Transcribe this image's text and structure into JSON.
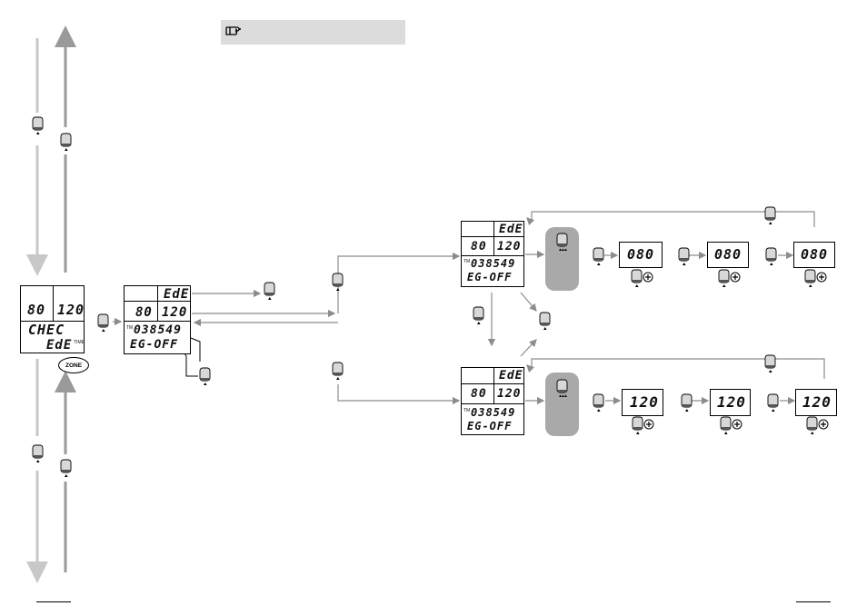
{
  "left_display": {
    "top_left": "80",
    "top_right": "120",
    "line1": "CHEC",
    "line2": "EdE",
    "line2_small": "TIME",
    "zone_label": "ZONE"
  },
  "center_display": {
    "header": "EdE",
    "top_left": "80",
    "top_right": "120",
    "tm_label": "TM",
    "line1": "038549",
    "line2": "EG-OFF"
  },
  "upper_display": {
    "header": "EdE",
    "top_left": "80",
    "top_right": "120",
    "tm_label": "TM",
    "line1": "038549",
    "line2": "EG-OFF"
  },
  "lower_display": {
    "header": "EdE",
    "top_left": "80",
    "top_right": "120",
    "tm_label": "TM",
    "line1": "038549",
    "line2": "EG-OFF"
  },
  "upper_steps": [
    {
      "value": "080"
    },
    {
      "value": "080"
    },
    {
      "value": "080"
    }
  ],
  "lower_steps": [
    {
      "value": "120"
    },
    {
      "value": "120"
    },
    {
      "value": "120"
    }
  ],
  "colors": {
    "light_arrow": "#c8c8c8",
    "dark_arrow": "#9a9a9a",
    "connector": "#8c8c8c",
    "panel": "#a9a9a9",
    "note_bg": "#dcdcdc"
  },
  "icons": {
    "note": "pointing-hand-icon",
    "button": "watch-button-icon",
    "plus": "plus-circle-icon"
  }
}
